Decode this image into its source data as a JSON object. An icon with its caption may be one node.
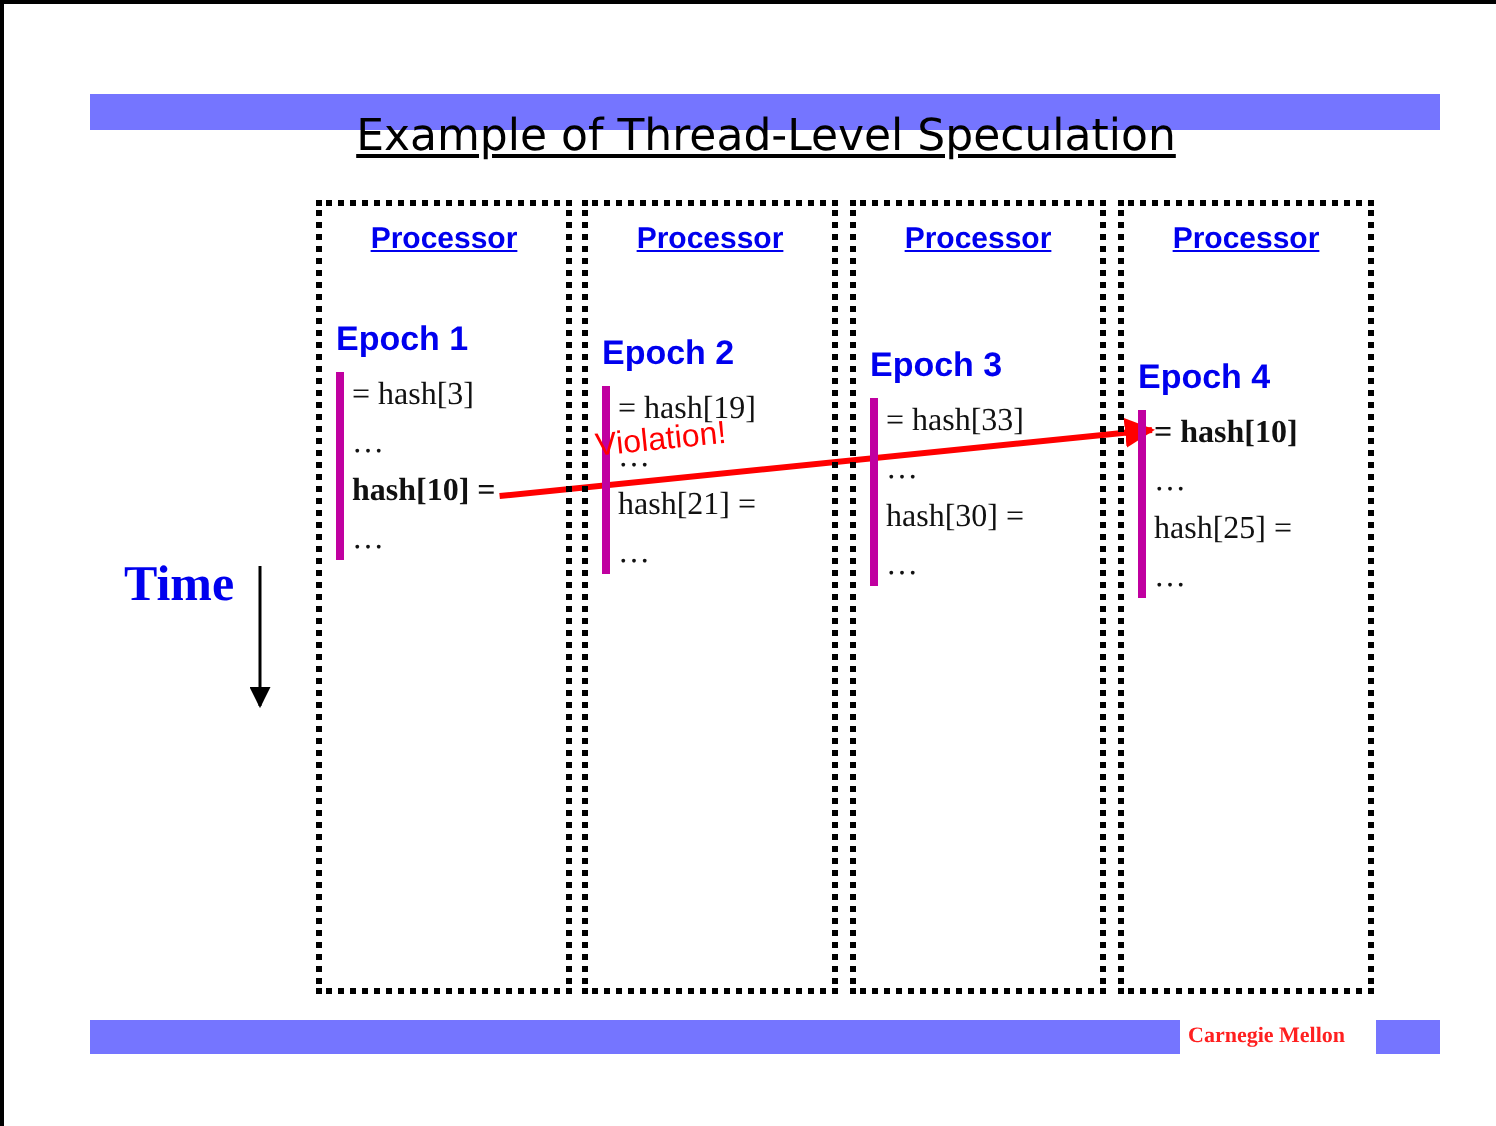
{
  "diagram": {
    "title": "Example of Thread-Level Speculation",
    "nodes": [
      {
        "text": [
          "Processor"
        ]
      },
      {
        "text": [
          "Epoch 1"
        ],
        "in": 0
      },
      {
        "text": [
          "= hash[3]"
        ],
        "in": 0
      },
      {
        "text": [
          "…"
        ],
        "in": 0
      },
      {
        "text": [
          "hash[10] ="
        ],
        "in": 0
      },
      {
        "text": [
          "…"
        ],
        "in": 0
      },
      {
        "text": [
          "Processor"
        ]
      },
      {
        "text": [
          "Epoch 2"
        ],
        "in": 6
      },
      {
        "text": [
          "= hash[19]"
        ],
        "in": 6
      },
      {
        "text": [
          "…"
        ],
        "in": 6
      },
      {
        "text": [
          "hash[21] ="
        ],
        "in": 6
      },
      {
        "text": [
          "…"
        ],
        "in": 6
      },
      {
        "text": [
          "Processor"
        ]
      },
      {
        "text": [
          "Epoch 3"
        ],
        "in": 12
      },
      {
        "text": [
          "= hash[33]"
        ],
        "in": 12
      },
      {
        "text": [
          "…"
        ],
        "in": 12
      },
      {
        "text": [
          "hash[30] ="
        ],
        "in": 12
      },
      {
        "text": [
          "…"
        ],
        "in": 12
      },
      {
        "text": [
          "Processor"
        ]
      },
      {
        "text": [
          "Epoch 4"
        ],
        "in": 18
      },
      {
        "text": [
          "= hash[10]"
        ],
        "in": 18
      },
      {
        "text": [
          "…"
        ],
        "in": 18
      },
      {
        "text": [
          "hash[25] ="
        ],
        "in": 18
      },
      {
        "text": [
          "…"
        ],
        "in": 18
      }
    ],
    "edges": [
      {
        "from": 4,
        "to": 20,
        "arrow": "to",
        "label": "Violation!"
      }
    ],
    "labels": [
      "Time",
      "Carnegie Mellon"
    ]
  }
}
